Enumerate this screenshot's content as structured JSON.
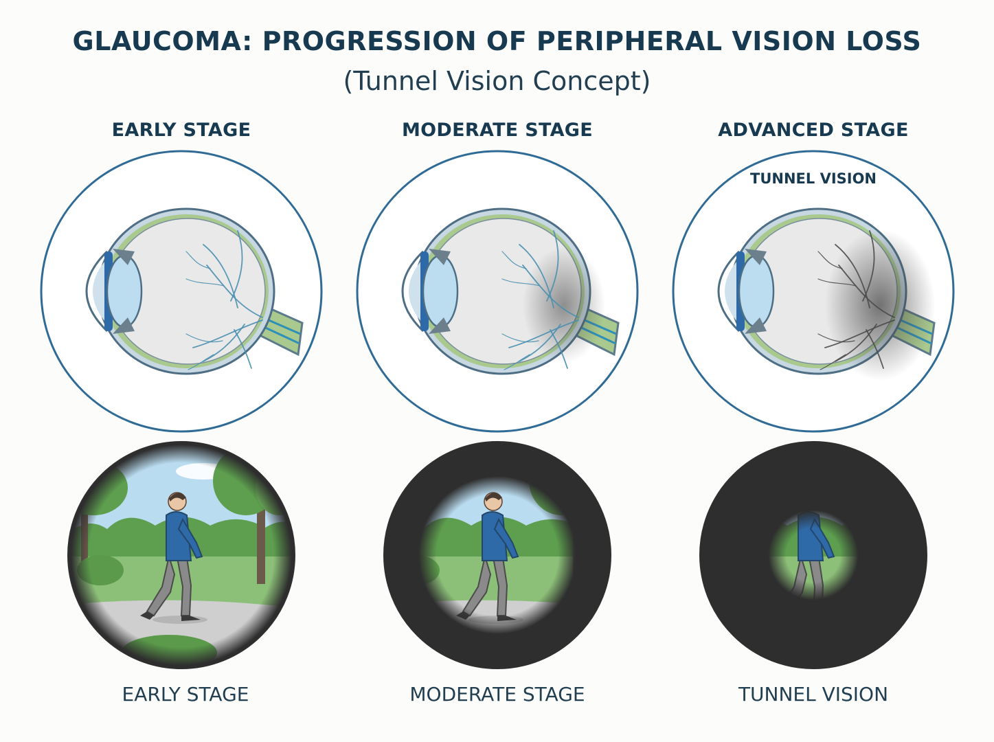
{
  "header": {
    "title": "GLAUCOMA: PROGRESSION OF PERIPHERAL VISION LOSS",
    "subtitle": "(Tunnel Vision Concept)"
  },
  "stages": [
    {
      "heading": "EARLY STAGE",
      "caption": "EARLY STAGE",
      "inner_label": "",
      "vision_field_fraction": 0.98,
      "nerve_damage_level": 0.0,
      "vessel_color": "#4a8fb0"
    },
    {
      "heading": "MODERATE STAGE",
      "caption": "MODERATE STAGE",
      "inner_label": "",
      "vision_field_fraction": 0.7,
      "nerve_damage_level": 0.5,
      "vessel_color": "#4a8fb0"
    },
    {
      "heading": "ADVANCED STAGE",
      "caption": "TUNNEL VISION",
      "inner_label": "TUNNEL VISION",
      "vision_field_fraction": 0.4,
      "nerve_damage_level": 1.0,
      "vessel_color": "#4a4a4a"
    }
  ],
  "colors": {
    "circle_outline": "#2f6b95",
    "blindness": "#2e2e2e",
    "sky": "#b9dcf0",
    "grass": "#8cc078",
    "tree": "#5d9f4e",
    "path": "#cfcfcf",
    "shirt": "#2f6aa8",
    "pants": "#8a8a8a",
    "retina": "#e9e9e9",
    "optic_nerve": "#a9c98e"
  },
  "icons": [
    "eye-cross-section-icon",
    "person-walking-icon",
    "tree-icon"
  ]
}
